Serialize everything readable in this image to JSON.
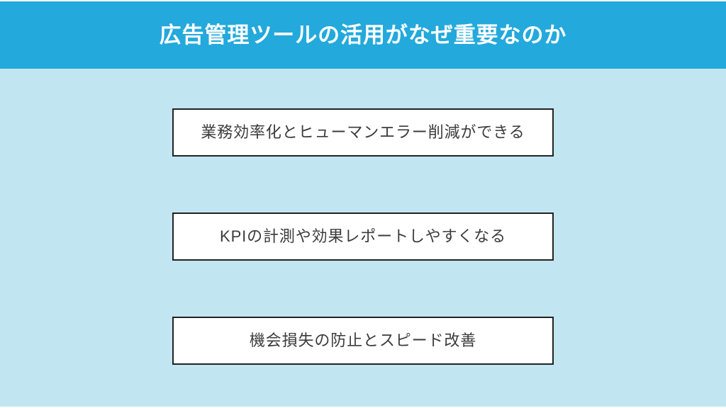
{
  "header": {
    "title": "広告管理ツールの活用がなぜ重要なのか"
  },
  "boxes": [
    {
      "label": "業務効率化とヒューマンエラー削減ができる"
    },
    {
      "label": "KPIの計測や効果レポートしやすくなる"
    },
    {
      "label": "機会損失の防止とスピード改善"
    }
  ],
  "colors": {
    "header_bg": "#23A9DC",
    "body_bg": "#C2E5F2",
    "box_bg": "#FFFFFF",
    "box_border": "#222222",
    "box_text": "#3B3B3B",
    "header_text": "#FFFFFF",
    "frame_bg": "#FFFFFF"
  }
}
